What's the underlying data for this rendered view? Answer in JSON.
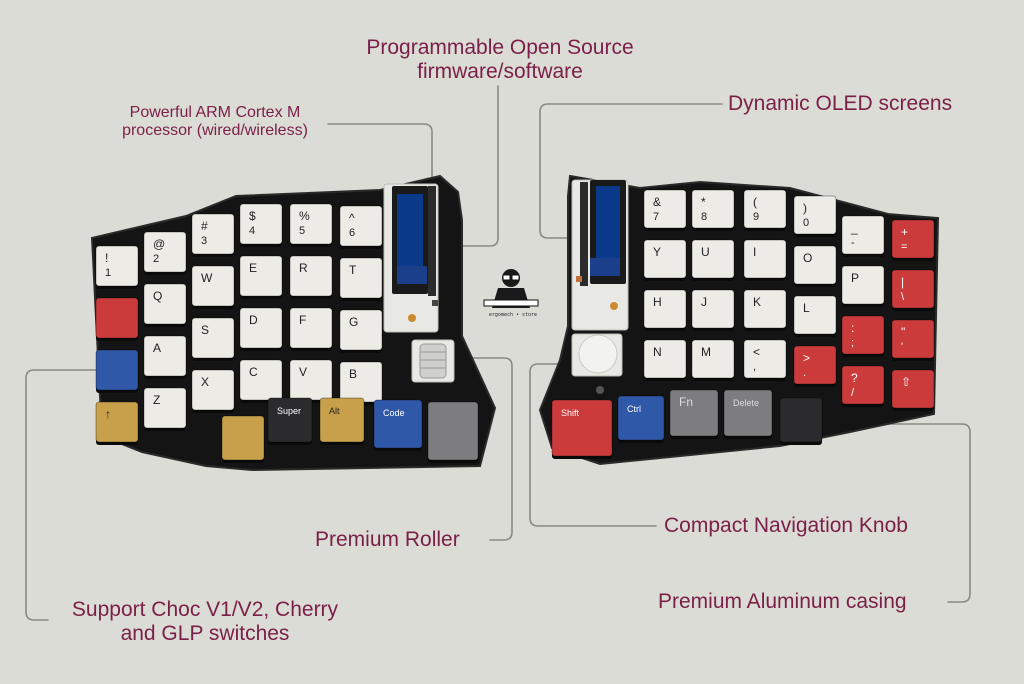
{
  "callouts": {
    "firmware": [
      "Programmable Open Source",
      "firmware/software"
    ],
    "processor": [
      "Powerful ARM Cortex M",
      "processor (wired/wireless)"
    ],
    "oled": "Dynamic OLED screens",
    "roller": "Premium Roller",
    "knob": "Compact Navigation Knob",
    "casing": "Premium Aluminum casing",
    "switches": [
      "Support Choc V1/V2, Cherry",
      "and GLP switches"
    ]
  },
  "logo_text": "ergomech • store",
  "colors": {
    "background": "#dcdcd6",
    "callout_text": "#7a1f48",
    "leader_line": "#8a8a84",
    "case": "#141414",
    "keycap_white": "#ecebe5",
    "keycap_red": "#cc3b3b",
    "keycap_blue": "#2f58a8",
    "keycap_yellow": "#c8a04a",
    "keycap_dark": "#2b2b2e",
    "keycap_grey": "#7d7d80",
    "pcb_blue": "#1b3f8a",
    "oled_display": "#0b3a8a"
  },
  "left_half": {
    "rows": [
      [
        {
          "l": "!",
          "s": "1",
          "c": "white"
        },
        {
          "l": "@",
          "s": "2",
          "c": "white"
        },
        {
          "l": "#",
          "s": "3",
          "c": "white"
        },
        {
          "l": "$",
          "s": "4",
          "c": "white"
        },
        {
          "l": "%",
          "s": "5",
          "c": "white"
        },
        {
          "l": "^",
          "s": "6",
          "c": "white"
        }
      ],
      [
        {
          "l": "",
          "s": "",
          "c": "red"
        },
        {
          "l": "Q",
          "s": "",
          "c": "white"
        },
        {
          "l": "W",
          "s": "",
          "c": "white"
        },
        {
          "l": "E",
          "s": "",
          "c": "white"
        },
        {
          "l": "R",
          "s": "",
          "c": "white"
        },
        {
          "l": "T",
          "s": "",
          "c": "white"
        }
      ],
      [
        {
          "l": "",
          "s": "",
          "c": "blue"
        },
        {
          "l": "A",
          "s": "",
          "c": "white"
        },
        {
          "l": "S",
          "s": "",
          "c": "white"
        },
        {
          "l": "D",
          "s": "",
          "c": "white"
        },
        {
          "l": "F",
          "s": "",
          "c": "white"
        },
        {
          "l": "G",
          "s": "",
          "c": "white"
        }
      ],
      [
        {
          "l": "↑",
          "s": "",
          "c": "yellow"
        },
        {
          "l": "Z",
          "s": "",
          "c": "white"
        },
        {
          "l": "X",
          "s": "",
          "c": "white"
        },
        {
          "l": "C",
          "s": "",
          "c": "white"
        },
        {
          "l": "V",
          "s": "",
          "c": "white"
        },
        {
          "l": "B",
          "s": "",
          "c": "white"
        }
      ]
    ],
    "thumb": [
      {
        "l": "",
        "c": "yellow"
      },
      {
        "l": "Super",
        "c": "dark"
      },
      {
        "l": "Alt",
        "c": "yellow"
      },
      {
        "l": "Code",
        "c": "blue"
      },
      {
        "l": "",
        "c": "grey"
      }
    ]
  },
  "right_half": {
    "rows": [
      [
        {
          "l": "&",
          "s": "7",
          "c": "white"
        },
        {
          "l": "*",
          "s": "8",
          "c": "white"
        },
        {
          "l": "(",
          "s": "9",
          "c": "white"
        },
        {
          "l": ")",
          "s": "0",
          "c": "white"
        },
        {
          "l": "_",
          "s": "-",
          "c": "white"
        },
        {
          "l": "+",
          "s": "=",
          "c": "red"
        }
      ],
      [
        {
          "l": "Y",
          "s": "",
          "c": "white"
        },
        {
          "l": "U",
          "s": "",
          "c": "white"
        },
        {
          "l": "I",
          "s": "",
          "c": "white"
        },
        {
          "l": "O",
          "s": "",
          "c": "white"
        },
        {
          "l": "P",
          "s": "",
          "c": "white"
        },
        {
          "l": "|",
          "s": "\\",
          "c": "red"
        }
      ],
      [
        {
          "l": "H",
          "s": "",
          "c": "white"
        },
        {
          "l": "J",
          "s": "",
          "c": "white"
        },
        {
          "l": "K",
          "s": "",
          "c": "white"
        },
        {
          "l": "L",
          "s": "",
          "c": "white"
        },
        {
          "l": ":",
          "s": ";",
          "c": "red"
        },
        {
          "l": "\"",
          "s": "'",
          "c": "red"
        }
      ],
      [
        {
          "l": "N",
          "s": "",
          "c": "white"
        },
        {
          "l": "M",
          "s": "",
          "c": "white"
        },
        {
          "l": "<",
          "s": ",",
          "c": "white"
        },
        {
          "l": ">",
          "s": ".",
          "c": "red"
        },
        {
          "l": "?",
          "s": "/",
          "c": "red"
        },
        {
          "l": "⇧",
          "s": "",
          "c": "red"
        }
      ]
    ],
    "thumb": [
      {
        "l": "Shift",
        "c": "red"
      },
      {
        "l": "Ctrl",
        "c": "blue"
      },
      {
        "l": "Fn",
        "c": "grey"
      },
      {
        "l": "Delete",
        "c": "grey"
      },
      {
        "l": "",
        "c": "dark"
      }
    ]
  }
}
